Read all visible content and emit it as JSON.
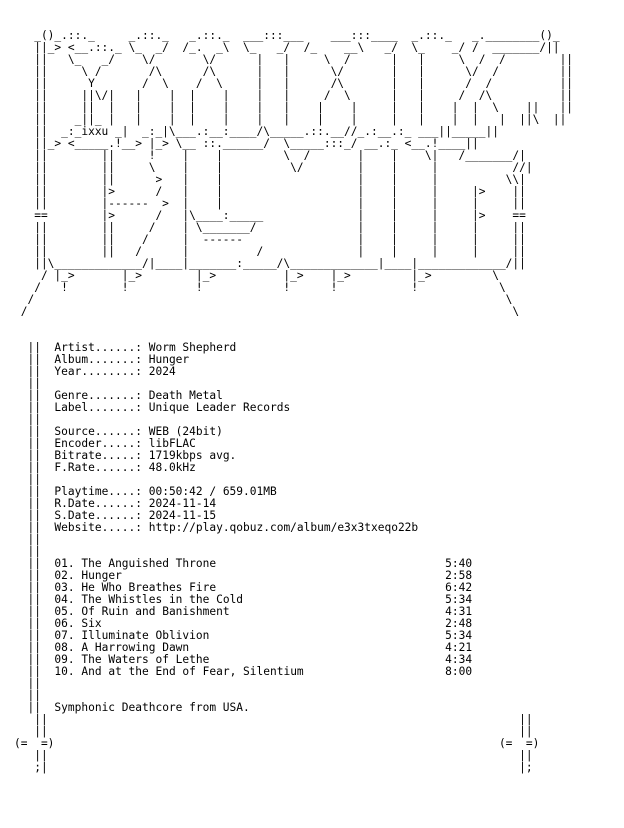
{
  "art_lines": [
    "   _()_.::._     _.::._   _.::._  ___:::___    ___:::____  _.::._   _.________()_",
    "   ||_> <__.::._ \\_  _/  /_.  _\\  \\_   _/  /_    __\\   _/  \\_    _/ /  _______/||",
    "   ||   \\_   _/    \\/       \\/      |   |     \\  /      |   |     \\  /  /        ||",
    "   ||     \\ /       /\\      /\\      |   |      \\/       |   |      \\/  /         ||",
    "   ||      Y       /  \\    /  \\     |   |      /\\       |   |      /  /          ||",
    "   ||     ||\\/|   |    |  |    |    |   |     /  \\      |   |     /  /\\          ||",
    "   ||     ||  |   |    |  |    |    |   |    |    |     |   |    |  |  \\    ||   ||",
    "   ||    _||_ |   |    |  |    |    |   |    |    |     |   |    |  |   |  ||\\  ||",
    "   ||  _:_ixxu _|  _:_|\\___.:__:____/\\_____.::.__//_.:__.:_ ___||_____||",
    "   ||_> <_____.!__> |_> \\__ ::.______/  \\_____:::_/ __.:_ <__.!____||",
    "   ||        ||     !    |    |         \\  /       |    |    \\|   /_______/|",
    "   ||        ||     \\    |    |          \\/        |    |     |           //|",
    "   ||        ||      >   |    |                    |    |     |          \\\\|",
    "   ||        |>      /   |    |                    |    |     |     |>    ||",
    "   ||        |------  >  |    |                    |    |     |     |     ||",
    "   ==        |>      /   |\\____:_____              |    |     |     |>    ==",
    "   ||        ||     /    | \\_______/               |    |     |     |     ||",
    "   ||        ||    /     |  ------                 |    |     |     |     ||",
    "   ||        ||   /      |          /              |    |     |     |     ||",
    "   ||\\_____________/|____|_______:_____/\\_____________|____|_____________/||",
    "    / |_>       |_>        |_>          |_>    |_>         |_>         \\",
    "   /   !        !          !            !      !           !            \\",
    "  /                                                                      \\",
    " /                                                                        \\"
  ],
  "info": {
    "artist_label": "Artist......:",
    "artist": "Worm Shepherd",
    "album_label": "Album.......:",
    "album": "Hunger",
    "year_label": "Year........:",
    "year": "2024",
    "genre_label": "Genre.......:",
    "genre": "Death Metal",
    "label_label": "Label.......:",
    "label": "Unique Leader Records",
    "source_label": "Source......:",
    "source": "WEB (24bit)",
    "encoder_label": "Encoder.....:",
    "encoder": "libFLAC",
    "bitrate_label": "Bitrate.....:",
    "bitrate": "1719kbps avg.",
    "frate_label": "F.Rate......:",
    "frate": "48.0kHz",
    "playtime_label": "Playtime....:",
    "playtime": "00:50:42 / 659.01MB",
    "rdate_label": "R.Date......:",
    "rdate": "2024-11-14",
    "sdate_label": "S.Date......:",
    "sdate": "2024-11-15",
    "website_label": "Website.....:",
    "website": "http://play.qobuz.com/album/e3x3txeqo22b"
  },
  "tracks": [
    {
      "num": "01.",
      "title": "The Anguished Throne",
      "time": "5:40"
    },
    {
      "num": "02.",
      "title": "Hunger",
      "time": "2:58"
    },
    {
      "num": "03.",
      "title": "He Who Breathes Fire",
      "time": "6:42"
    },
    {
      "num": "04.",
      "title": "The Whistles in the Cold",
      "time": "5:34"
    },
    {
      "num": "05.",
      "title": "Of Ruin and Banishment",
      "time": "4:31"
    },
    {
      "num": "06.",
      "title": "Six",
      "time": "2:48"
    },
    {
      "num": "07.",
      "title": "Illuminate Oblivion",
      "time": "5:34"
    },
    {
      "num": "08.",
      "title": "A Harrowing Dawn",
      "time": "4:21"
    },
    {
      "num": "09.",
      "title": "The Waters of Lethe",
      "time": "4:34"
    },
    {
      "num": "10.",
      "title": "And at the End of Fear, Silentium",
      "time": "8:00"
    }
  ],
  "description": "Symphonic Deathcore from USA.",
  "bottom_lines": [
    "   ||                                                                      ||",
    "   ||                                                                      ||",
    "(=  =)                                                                  (=  =)",
    "   ||                                                                      ||",
    "   ;|                                                                      |;"
  ]
}
